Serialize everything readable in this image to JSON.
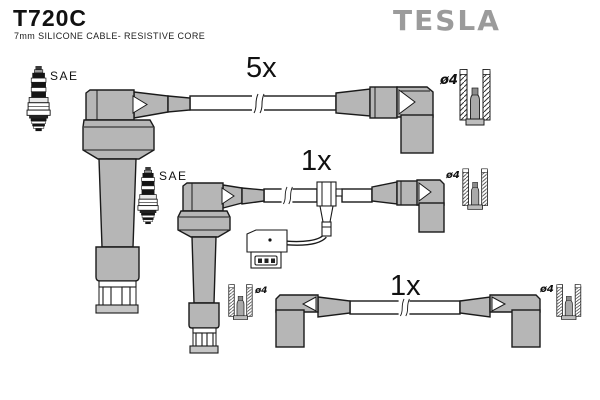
{
  "header": {
    "part_number": "T720C",
    "subtitle": "7mm SILICONE CABLE- RESISTIVE CORE",
    "brand": "TESLA"
  },
  "diagram": {
    "cable_sets": [
      {
        "position": "top",
        "quantity_label": "5x",
        "terminal_diameter_label": "ø4"
      },
      {
        "position": "middle",
        "quantity_label": "1x",
        "terminal_diameter_label": "ø4"
      },
      {
        "position": "bottom",
        "quantity_label": "1x",
        "terminal_diameter_label_left": "ø4",
        "terminal_diameter_label_right": "ø4"
      }
    ],
    "spark_plug_labels": [
      "SAE",
      "SAE"
    ],
    "colors": {
      "boot_gray": "#b6b6b6",
      "line_black": "#1a1a1a",
      "brand_gray": "#9b9b9b",
      "background": "#ffffff"
    }
  }
}
